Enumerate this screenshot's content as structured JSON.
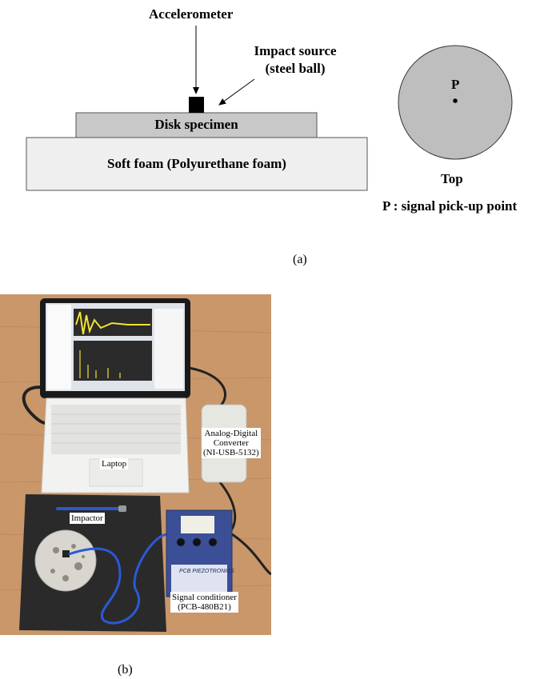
{
  "diagram_a": {
    "accelerometer_label": "Accelerometer",
    "impact_source_line1": "Impact source",
    "impact_source_line2": "(steel ball)",
    "disk_label": "Disk specimen",
    "foam_label": "Soft foam (Polyurethane foam)",
    "point_label": "P",
    "top_label": "Top",
    "legend_label": "P : signal pick-up point",
    "caption": "(a)"
  },
  "photo_b": {
    "adc_line1": "Analog-Digital",
    "adc_line2": "Converter",
    "adc_line3": "(NI-USB-5132)",
    "laptop_label": "Laptop",
    "impactor_label": "Impactor",
    "conditioner_line1": "Signal conditioner",
    "conditioner_line2": "(PCB-480B21)",
    "caption": "(b)"
  },
  "colors": {
    "disk_fill": "#c8c8c8",
    "foam_fill": "#efefef",
    "circle_fill": "#bebebe",
    "table_wood": "#c9976a",
    "black_foam": "#2a2a2a",
    "conditioner_blue": "#3a4f96",
    "adc_white": "#e7e7e2",
    "laptop_white": "#f2f2f0"
  }
}
